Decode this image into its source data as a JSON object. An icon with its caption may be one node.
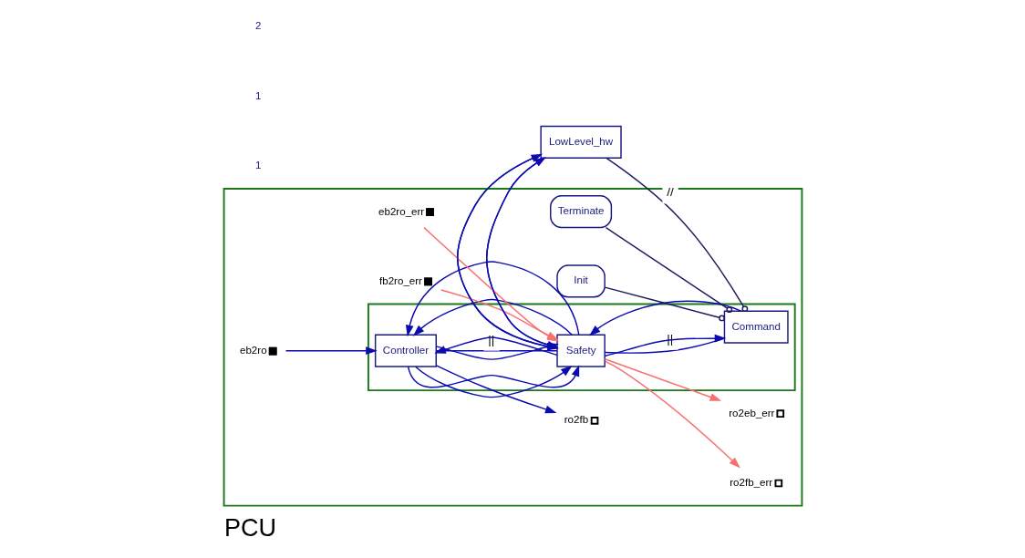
{
  "diagram": {
    "title": "PCU",
    "nodes": [
      {
        "text": [],
        "shape": "box"
      },
      {
        "text": [],
        "shape": "box",
        "in": 0
      },
      {
        "text": [
          "Controller"
        ],
        "in": 1
      },
      {
        "text": [
          "Safety"
        ],
        "in": 1
      },
      {
        "text": [
          "Command"
        ],
        "in": 1
      },
      {
        "text": [
          "eb2ro"
        ],
        "in": 0
      },
      {
        "text": [
          "ro2eb_err"
        ],
        "in": 0
      },
      {
        "text": [
          "eb2ro_err"
        ],
        "in": 0
      },
      {
        "text": [
          "Init"
        ],
        "in": 0
      },
      {
        "text": [
          "ro2fb"
        ],
        "in": 0
      },
      {
        "text": [
          "fb2ro_err"
        ],
        "in": 0
      },
      {
        "text": [
          "ro2fb_err"
        ],
        "in": 0
      },
      {
        "text": [
          "Terminate"
        ],
        "in": 0
      },
      {
        "text": [
          "LowLevel_hw"
        ]
      }
    ],
    "edges": [
      {
        "from": 5,
        "to": 2,
        "arrow": "to"
      },
      {
        "from": 3,
        "to": 6,
        "arrow": "to",
        "color": "#f87070"
      },
      {
        "from": 7,
        "to": 3,
        "arrow": "to",
        "color": "#f87070"
      },
      {
        "from": 2,
        "to": 3,
        "arrow": "to"
      },
      {
        "from": 2,
        "to": 3,
        "arrow": "to"
      },
      {
        "from": 2,
        "to": 3,
        "arrow": "none",
        "label": "||"
      },
      {
        "from": 3,
        "to": 2,
        "arrow": "to"
      },
      {
        "from": 3,
        "to": 2,
        "arrow": "to"
      },
      {
        "from": 3,
        "to": 2,
        "arrow": "to"
      },
      {
        "from": 2,
        "to": 3,
        "arrow": "to"
      },
      {
        "from": 4,
        "to": 3,
        "arrow": "to"
      },
      {
        "from": 3,
        "to": 4,
        "arrow": "none",
        "label": "||"
      },
      {
        "from": 3,
        "to": 4,
        "arrow": "to"
      },
      {
        "from": 8,
        "to": 4,
        "arrow": "other"
      },
      {
        "from": 12,
        "to": 4,
        "arrow": "other"
      },
      {
        "from": 13,
        "to": 4,
        "arrow": "other",
        "label": "//"
      },
      {
        "from": 2,
        "to": 9,
        "arrow": "to"
      },
      {
        "from": 10,
        "to": 3,
        "arrow": "to",
        "color": "#f87070"
      },
      {
        "from": 3,
        "to": 11,
        "arrow": "to",
        "color": "#f87070"
      },
      {
        "from": 13,
        "to": 3,
        "arrow": "to"
      },
      {
        "from": 3,
        "to": 13,
        "arrow": "to"
      },
      {
        "from": 3,
        "to": 13,
        "arrow": "to"
      },
      {
        "from": 13,
        "to": 3,
        "arrow": "to"
      }
    ],
    "labels": [
      "1",
      "1",
      "2"
    ]
  }
}
